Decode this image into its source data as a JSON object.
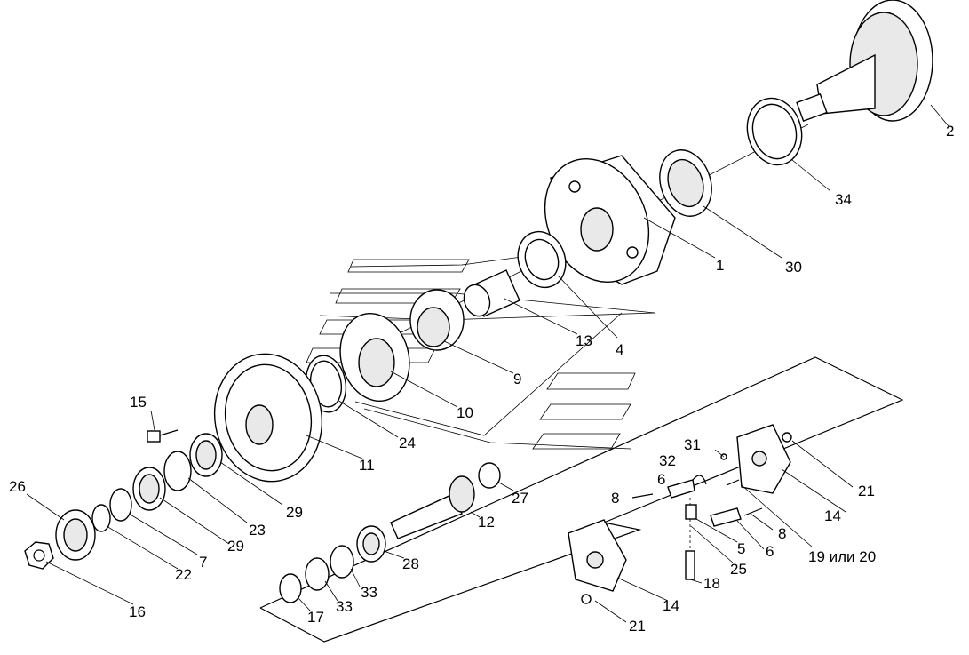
{
  "labels": {
    "p1": "1",
    "p2": "2",
    "p4": "4",
    "p5": "5",
    "p6a": "6",
    "p6b": "6",
    "p7": "7",
    "p8a": "8",
    "p8b": "8",
    "p9": "9",
    "p10": "10",
    "p11": "11",
    "p12": "12",
    "p13": "13",
    "p14a": "14",
    "p14b": "14",
    "p15": "15",
    "p16": "16",
    "p17": "17",
    "p18": "18",
    "p19_20": "19 или 20",
    "p21a": "21",
    "p21b": "21",
    "p22": "22",
    "p23": "23",
    "p24": "24",
    "p25": "25",
    "p26": "26",
    "p27": "27",
    "p28": "28",
    "p29a": "29",
    "p29b": "29",
    "p30": "30",
    "p31": "31",
    "p32": "32",
    "p33a": "33",
    "p33b": "33",
    "p34": "34"
  }
}
